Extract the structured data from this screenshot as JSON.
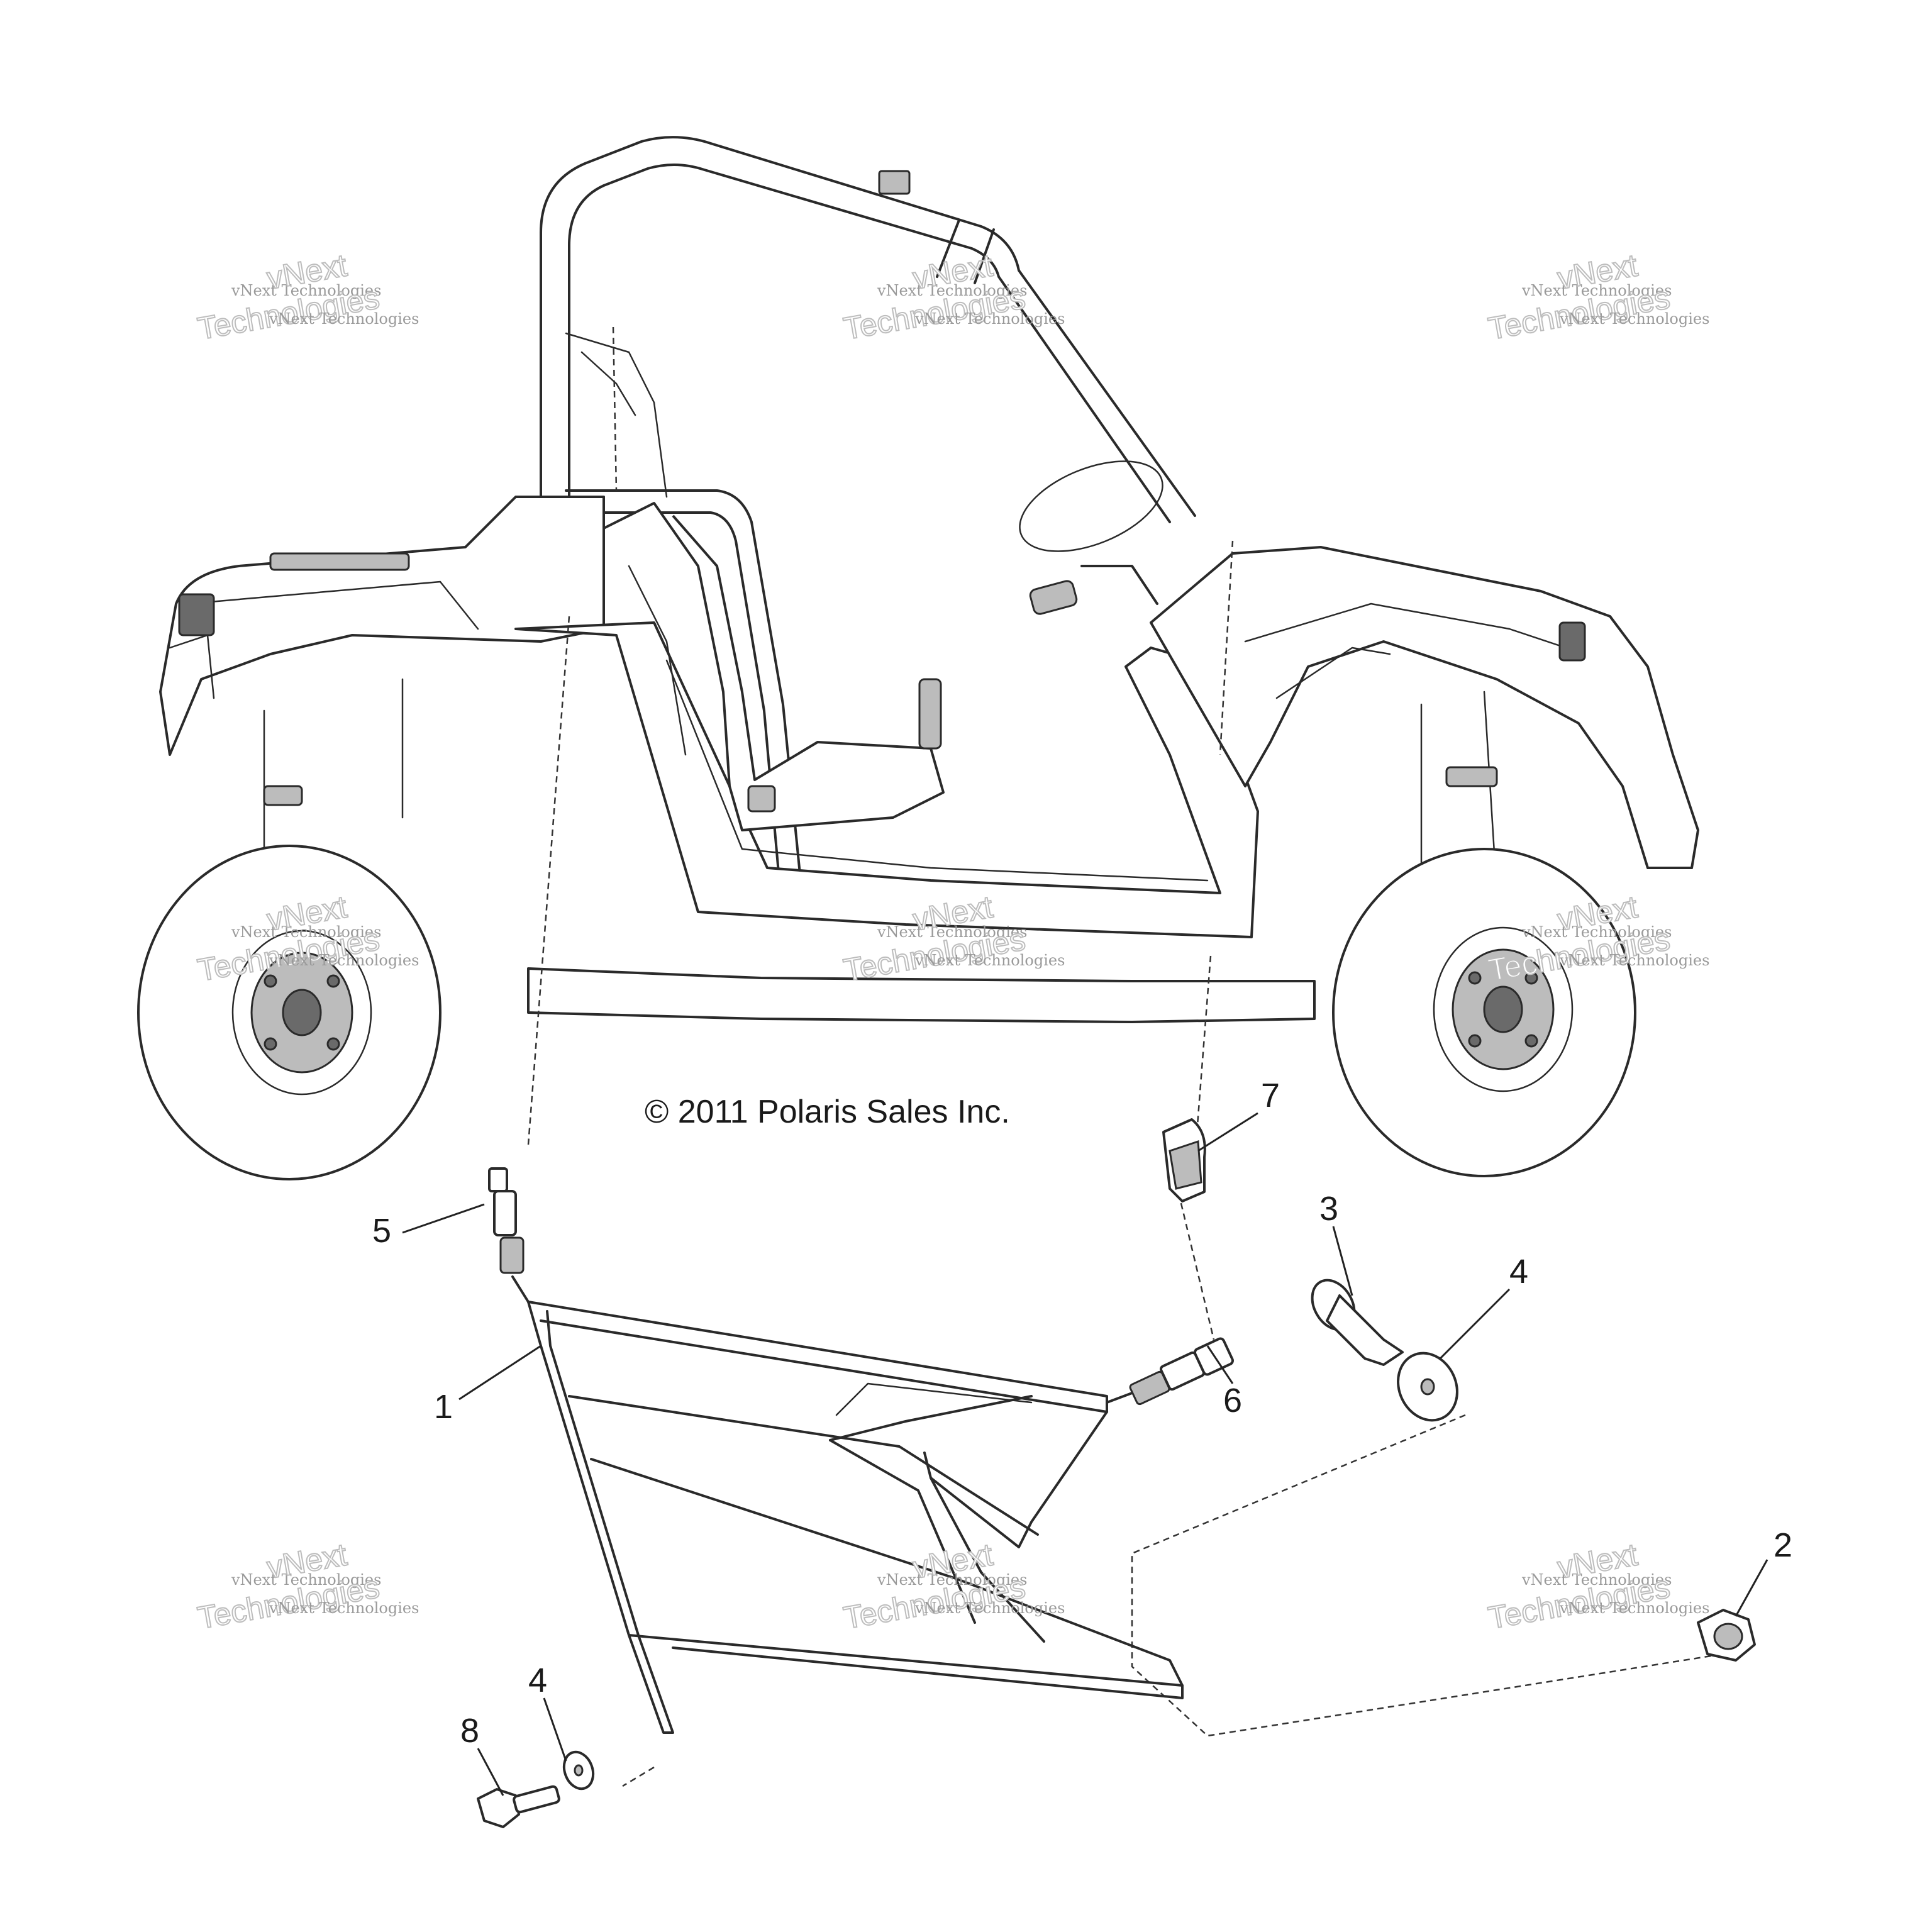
{
  "copyright": "© 2011 Polaris Sales Inc.",
  "watermark": {
    "company": "vNext Technologies",
    "line_a": "vNext",
    "line_b": "Technologies"
  },
  "callouts": {
    "c1": "1",
    "c2": "2",
    "c3": "3",
    "c4a": "4",
    "c4b": "4",
    "c5": "5",
    "c6": "6",
    "c7": "7",
    "c8": "8"
  }
}
